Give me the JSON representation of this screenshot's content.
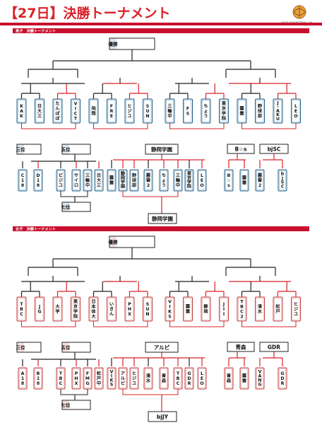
{
  "title": "【27日】決勝トーナメント",
  "logo_text": "2019 BASKETBALL JAPAN CUP U18",
  "colors": {
    "accent": "#d8232a",
    "line": "#222222",
    "win": "#d8232a",
    "card": "#1d5f8b",
    "card2": "#c43b3b"
  },
  "sections": {
    "boys": {
      "label": "男子　決勝トーナメント",
      "champion_label": "優勝",
      "main_teams": [
        "KAK",
        "日大三",
        "たんぽぽ",
        "VICT",
        "飛翔",
        "FRE",
        "ヒジユ",
        "SUN",
        "三輪中",
        "FS",
        "ちょう",
        "東京学院",
        "霧雲",
        "野球部",
        "J-AKU",
        "LEO"
      ],
      "third_label": "三位",
      "fifth_label": "五位",
      "seventh_label": "七位",
      "fifth_group": [
        "C18",
        "D18",
        "ビジユ",
        "サイロ",
        "三輪中",
        "日大三"
      ],
      "ninth_winner": "静岡学園",
      "ninth_group": [
        "霧雲",
        "静岡学園",
        "野球部",
        "霧雲2",
        "ちょう",
        "三輪中",
        "東京学院",
        "LEO"
      ],
      "ninth_bottom": "静岡学園",
      "side_a_winner": "B☆s",
      "side_b_winner": "bjSC",
      "side_teams": [
        "B☆s",
        "霧雲",
        "霧雲2",
        "bjSC"
      ]
    },
    "girls": {
      "label": "女子　決勝トーナメント",
      "champion_label": "優勝",
      "main_teams": [
        "TBC",
        "JG",
        "大学",
        "東京学院",
        "日本体大",
        "いきん",
        "PHX",
        "SUN",
        "VIKS",
        "霧雲",
        "静岡",
        "JII",
        "TBC2",
        "清水",
        "松戸",
        "ヒジユ"
      ],
      "third_label": "三位",
      "fifth_label": "五位",
      "seventh_label": "七位",
      "fifth_group": [
        "A18",
        "B18",
        "TBC",
        "PHX",
        "FMG",
        "松戸中"
      ],
      "ninth_winner": "アルピ",
      "ninth_group": [
        "VIKS",
        "アルピ",
        "ヒジユ",
        "清水",
        "青森",
        "TBC",
        "GDR",
        "LEO"
      ],
      "ninth_bottom": "bjJY",
      "side_a_winner": "青森",
      "side_b_winner": "GDR",
      "side_teams": [
        "青森",
        "霧雲",
        "VANG",
        "GDR"
      ]
    }
  }
}
